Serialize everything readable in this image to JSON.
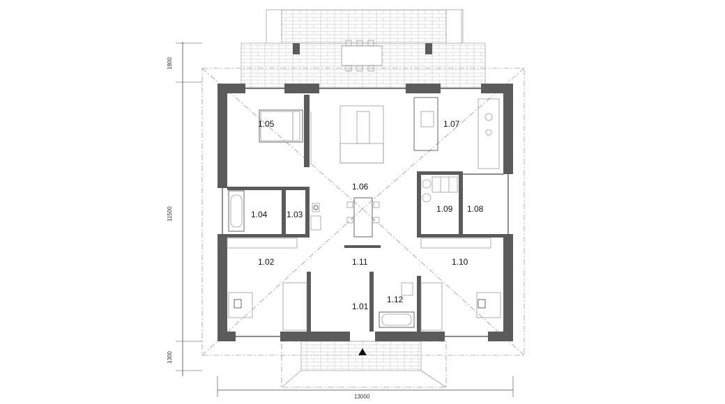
{
  "rooms": {
    "r101": "1.01",
    "r102": "1.02",
    "r103": "1.03",
    "r104": "1.04",
    "r105": "1.05",
    "r106": "1.06",
    "r107": "1.07",
    "r108": "1.08",
    "r109": "1.09",
    "r110": "1.10",
    "r111": "1.11",
    "r112": "1.12"
  },
  "dimensions": {
    "terrace_depth": "1800",
    "house_depth": "11500",
    "porch_depth": "1300",
    "house_width": "13000"
  }
}
